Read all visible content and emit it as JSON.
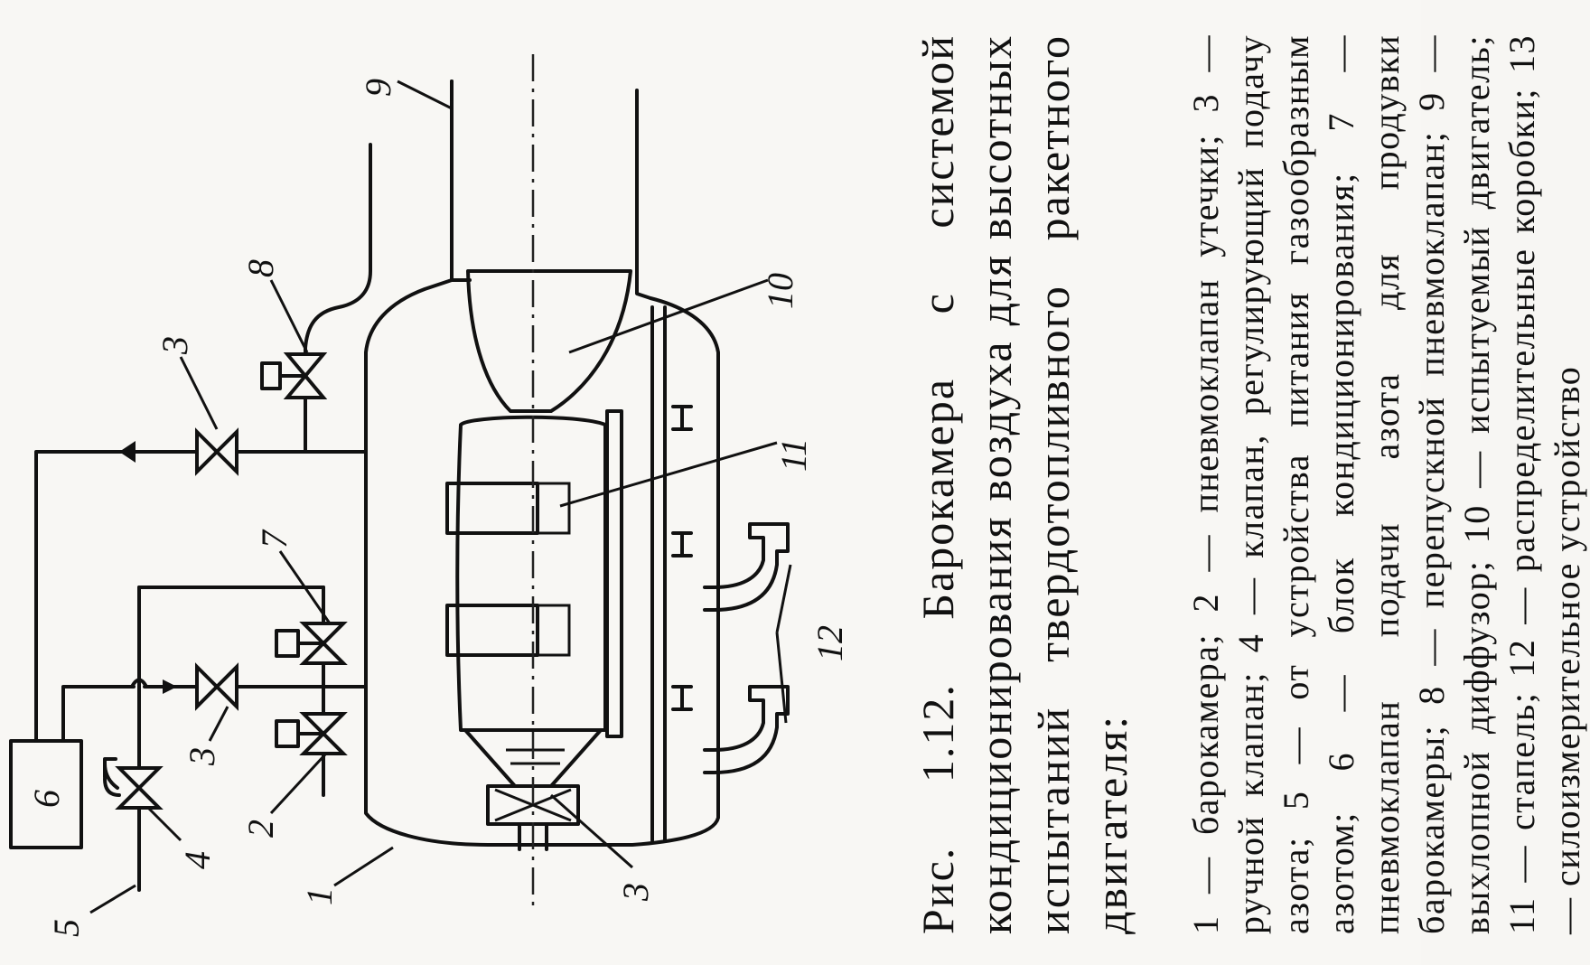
{
  "figure": {
    "caption_title": "Рис. 1.12. Барокамера с системой кондиционирования воздуха для высотных испытаний твердотопливного ракетного двигателя:",
    "caption_legend": "1 — барокамера; 2 — пневмоклапан утечки; 3 — ручной клапан; 4 — клапан, регулирующий подачу азота; 5 — от устройства питания газообразным азотом; 6 — блок кондиционирования; 7 — пневмоклапан подачи азота для продувки барокамеры; 8 — перепускной пневмоклапан; 9 — выхлопной диффузор; 10 — испытуемый двигатель; 11 — стапель; 12 — распределительные коробки; 13 — силоизмерительное устройство"
  },
  "labels": {
    "l1": "1",
    "l2": "2",
    "l3a": "3",
    "l3b": "3",
    "l3c": "3",
    "l4": "4",
    "l5": "5",
    "l6": "6",
    "l7": "7",
    "l8": "8",
    "l9": "9",
    "l10": "10",
    "l11": "11",
    "l12": "12"
  }
}
